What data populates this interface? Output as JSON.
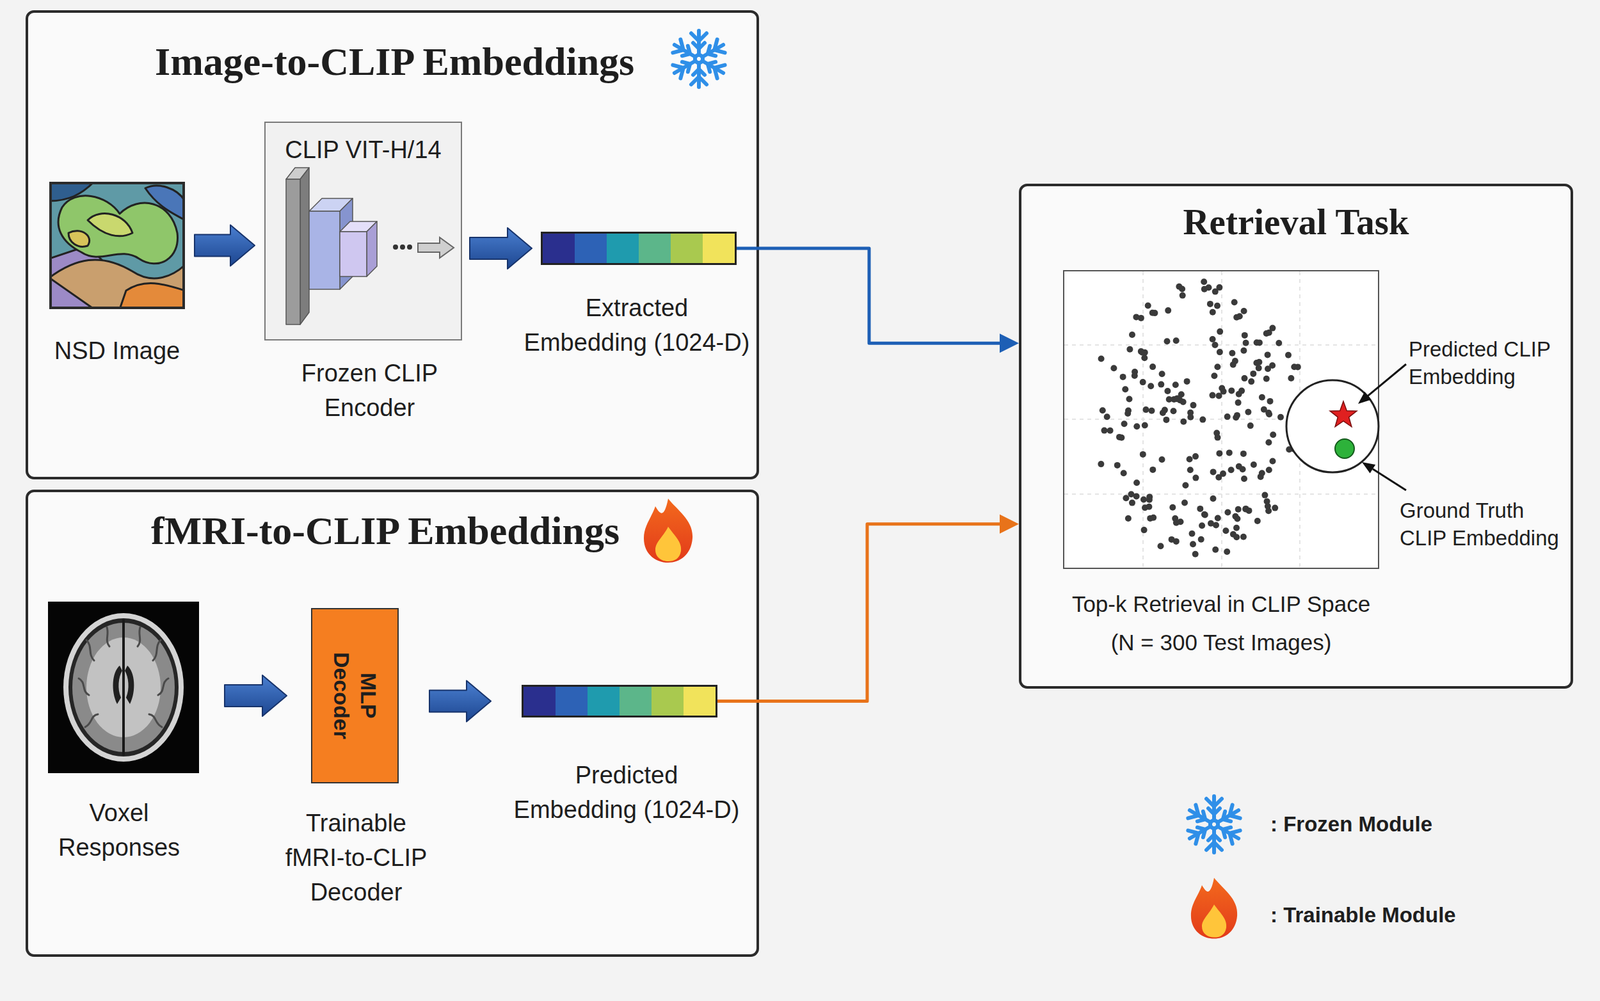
{
  "diagram": {
    "nodes": [
      {
        "text": [
          "Image-to-CLIP Embeddings"
        ]
      },
      {
        "text": [
          "NSD Image"
        ],
        "in": 0
      },
      {
        "text": [
          "CLIP VIT-H/14",
          "Frozen CLIP Encoder"
        ],
        "in": 0
      },
      {
        "text": [
          "Extracted Embedding (1024-D)"
        ],
        "in": 0
      },
      {
        "text": [
          "fMRI-to-CLIP Embeddings"
        ]
      },
      {
        "text": [
          "Voxel Responses"
        ],
        "in": 4
      },
      {
        "text": [
          "MLP Decoder",
          "Trainable fMRI-to-CLIP Decoder"
        ],
        "in": 4
      },
      {
        "text": [
          "Predicted Embedding (1024-D)"
        ],
        "in": 4
      },
      {
        "text": [
          "Retrieval Task"
        ]
      },
      {
        "text": [
          "Top-k Retrieval in CLIP Space (N = 300 Test Images)"
        ],
        "in": 8
      }
    ],
    "edges": [
      {
        "from": 1,
        "to": 2,
        "arrow": "to"
      },
      {
        "from": 2,
        "to": 3,
        "arrow": "to"
      },
      {
        "from": 3,
        "to": 8,
        "arrow": "to"
      },
      {
        "from": 5,
        "to": 6,
        "arrow": "to"
      },
      {
        "from": 6,
        "to": 7,
        "arrow": "to"
      },
      {
        "from": 7,
        "to": 8,
        "arrow": "to"
      }
    ],
    "labels": [
      "Predicted CLIP Embedding",
      "Ground Truth CLIP Embedding"
    ],
    "legend": [
      {
        "text": ": Frozen Module"
      },
      {
        "text": ": Trainable Module"
      }
    ]
  }
}
